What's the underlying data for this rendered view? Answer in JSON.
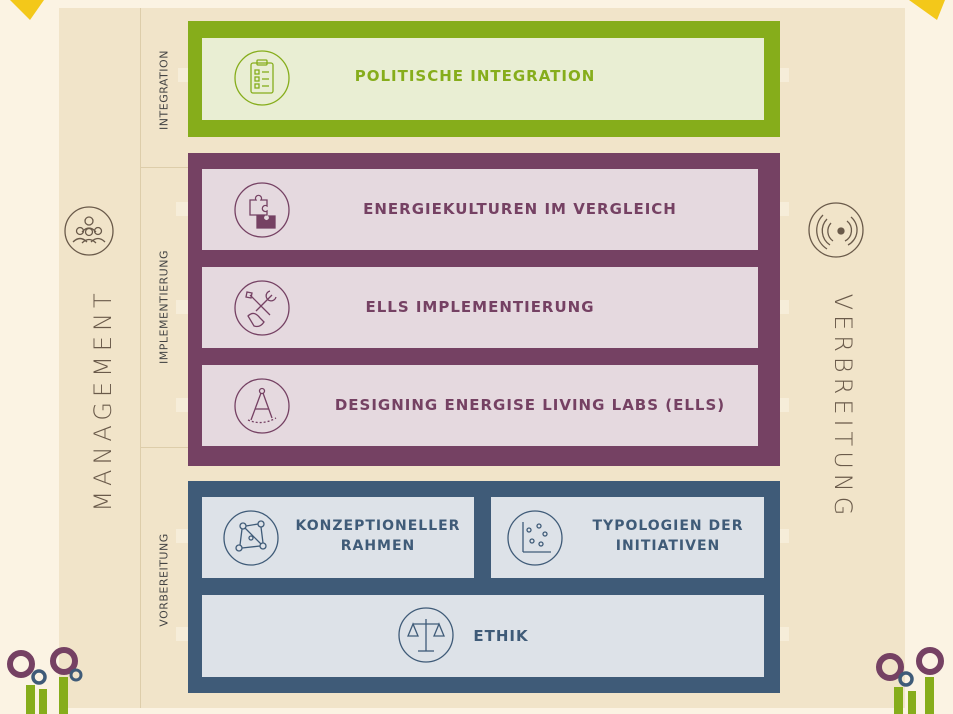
{
  "side_labels": {
    "management": "MANAGEMENT",
    "verbreitung": "VERBREITUNG"
  },
  "phases": {
    "integration": "INTEGRATION",
    "implementierung": "IMPLEMENTIERUNG",
    "vorbereitung": "VORBEREITUNG"
  },
  "boxes": {
    "politische_integration": "POLITISCHE INTEGRATION",
    "energiekulturen": "ENERGIEKULTUREN IM VERGLEICH",
    "ells_implementierung": "ELLS IMPLEMENTIERUNG",
    "designing_ells": "DESIGNING ENERGISE LIVING LABS (ELLS)",
    "konzeptioneller_rahmen": "KONZEPTIONELLER RAHMEN",
    "typologien": "TYPOLOGIEN DER INITIATIVEN",
    "ethik": "ETHIK"
  },
  "colors": {
    "background": "#fbf3e3",
    "panel": "#f1e4c9",
    "integration_frame": "#86ad1b",
    "integration_box": "#e9eed3",
    "integration_text": "#86ad1b",
    "implementierung_frame": "#754163",
    "implementierung_box": "#e5d9df",
    "implementierung_text": "#754163",
    "vorbereitung_frame": "#3f5b78",
    "vorbereitung_box": "#dde2e8",
    "vorbereitung_text": "#3f5b78",
    "accent_yellow": "#f3c81a"
  },
  "icons": [
    "clipboard-checklist-icon",
    "puzzle-pieces-icon",
    "tools-hand-icon",
    "compass-drawing-icon",
    "network-graph-icon",
    "scatter-plot-icon",
    "scales-justice-icon",
    "people-group-icon",
    "broadcast-signal-icon",
    "energise-logo-icon"
  ]
}
